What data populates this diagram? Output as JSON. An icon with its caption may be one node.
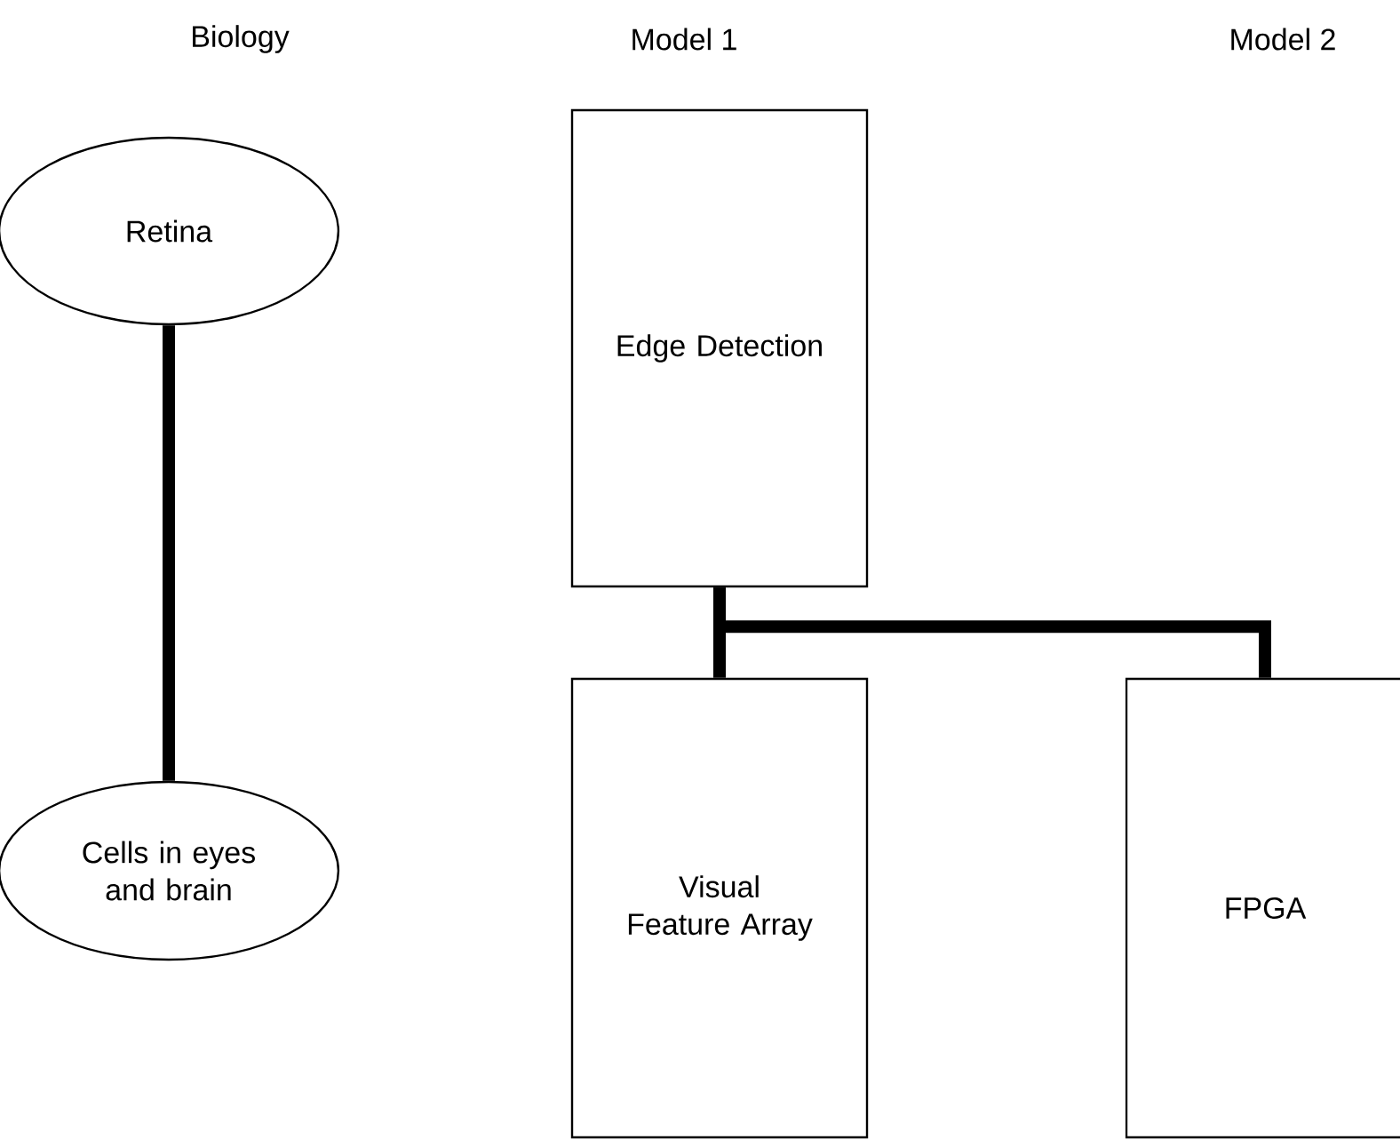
{
  "diagram": {
    "nodes": [
      {
        "text": [
          "Retina"
        ]
      },
      {
        "text": [
          "Cells in eyes and brain"
        ]
      },
      {
        "text": [
          "Edge Detection"
        ]
      },
      {
        "text": [
          "Visual Feature Array"
        ]
      },
      {
        "text": [
          "FPGA"
        ]
      }
    ],
    "edges": [
      {
        "from": 0,
        "to": 1,
        "arrow": "none"
      },
      {
        "from": 2,
        "to": 3,
        "arrow": "none"
      },
      {
        "from": 2,
        "to": 4,
        "arrow": "none"
      }
    ],
    "labels": [
      "Biology",
      "Model 1",
      "Model 2"
    ]
  }
}
